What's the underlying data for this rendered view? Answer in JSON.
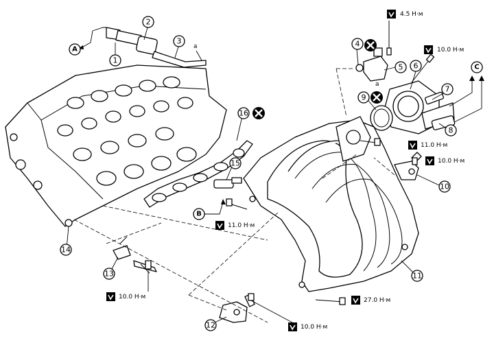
{
  "callouts": {
    "c1": "1",
    "c2": "2",
    "c3": "3",
    "c4": "4",
    "c5": "5",
    "c6": "6",
    "c7": "7",
    "c8": "8",
    "c9": "9",
    "c10": "10",
    "c11": "11",
    "c12": "12",
    "c13": "13",
    "c14": "14",
    "c15": "15",
    "c16": "16"
  },
  "connectors": {
    "A": "A",
    "B": "B",
    "C": "C"
  },
  "small_labels": {
    "a_top": "a",
    "a_mid": "a"
  },
  "torques": {
    "t_4_5": "4.5 Н·м",
    "t_10_throttle": "10.0 Н·м",
    "t_11_upper": "11.0 Н·м",
    "t_10_right": "10.0 Н·м",
    "t_11_lower": "11.0 Н·м",
    "t_27": "27.0 Н·м",
    "t_10_left": "10.0 Н·м",
    "t_10_bottom": "10.0 Н·м"
  }
}
